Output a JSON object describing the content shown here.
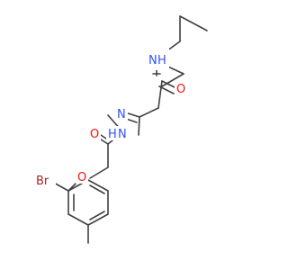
{
  "molecule": {
    "atoms": [
      {
        "id": "n_amide",
        "text": "N",
        "color": "#3050f8"
      },
      {
        "id": "h_amide",
        "text": "H",
        "color": "#3050f8"
      },
      {
        "id": "o_amide",
        "text": "O",
        "color": "#ff0d0d"
      },
      {
        "id": "n_imine",
        "text": "N",
        "color": "#3050f8"
      },
      {
        "id": "n_hydrazide",
        "text": "N",
        "color": "#3050f8"
      },
      {
        "id": "h_hydrazide",
        "text": "H",
        "color": "#3050f8"
      },
      {
        "id": "o_hydrazide",
        "text": "O",
        "color": "#ff0d0d"
      },
      {
        "id": "o_ether",
        "text": "O",
        "color": "#ff0d0d"
      },
      {
        "id": "br",
        "text": "Br",
        "color": "#a62929"
      }
    ],
    "bond_color": "#404040",
    "background": "#ffffff"
  }
}
